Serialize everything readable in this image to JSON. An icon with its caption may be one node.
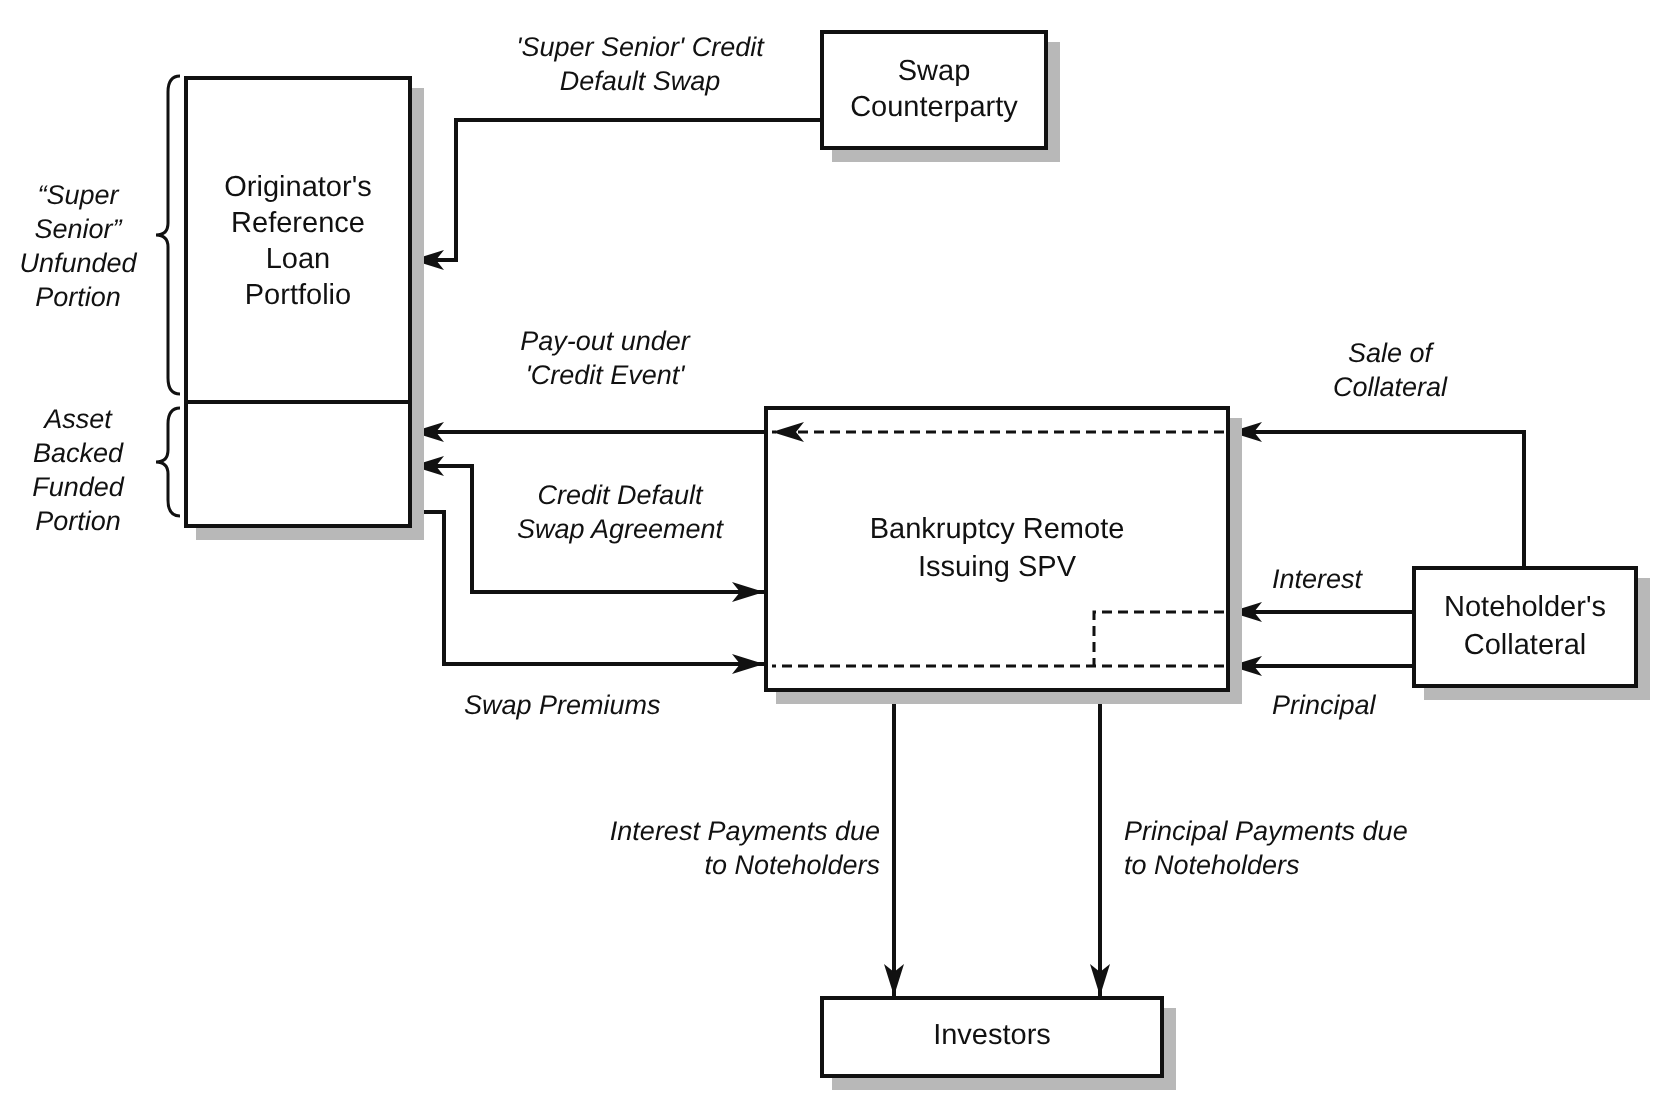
{
  "diagram": {
    "nodes": [
      {
        "text": [
          "Originator's Reference Loan Portfolio"
        ]
      },
      {
        "text": [],
        "shape": "box",
        "in": 0
      },
      {
        "text": [
          "Swap Counterparty"
        ]
      },
      {
        "text": [
          "Bankruptcy Remote Issuing SPV"
        ]
      },
      {
        "text": [
          "Noteholder's Collateral"
        ]
      },
      {
        "text": [
          "Investors"
        ]
      }
    ],
    "edges": [
      {
        "from": 2,
        "to": 0,
        "arrow": "to",
        "label": "'Super Senior' Credit Default Swap"
      },
      {
        "from": 3,
        "to": 1,
        "arrow": "to",
        "label": "Pay-out under 'Credit Event'"
      },
      {
        "from": 1,
        "to": 3,
        "arrow": "both",
        "label": "Credit Default Swap Agreement"
      },
      {
        "from": 1,
        "to": 3,
        "arrow": "to",
        "label": "Swap Premiums"
      },
      {
        "from": 4,
        "to": 3,
        "arrow": "to",
        "label": "Sale of Collateral"
      },
      {
        "from": 4,
        "to": 3,
        "arrow": "to",
        "label": "Interest"
      },
      {
        "from": 4,
        "to": 3,
        "arrow": "to",
        "label": "Principal"
      },
      {
        "from": 3,
        "to": 5,
        "arrow": "to",
        "label": "Interest Payments due to Noteholders"
      },
      {
        "from": 3,
        "to": 5,
        "arrow": "to",
        "label": "Principal Payments due to Noteholders"
      }
    ],
    "labels": [
      "“Super Senior” Unfunded Portion",
      "Asset Backed Funded Portion"
    ]
  }
}
